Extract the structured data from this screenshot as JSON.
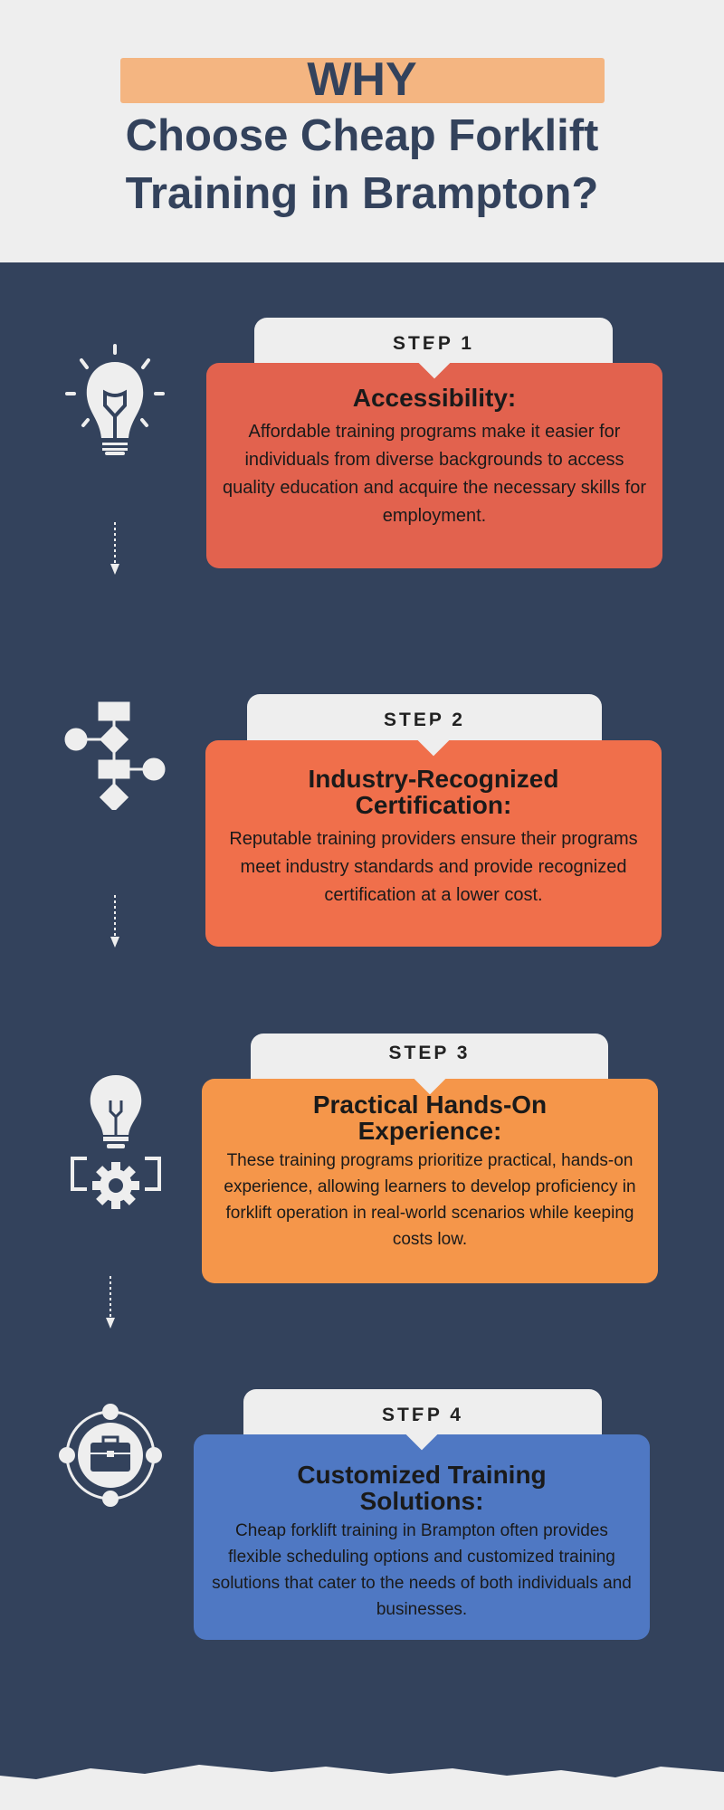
{
  "header": {
    "why": "WHY",
    "title_line1": "Choose Cheap Forklift",
    "title_line2": "Training in Brampton?"
  },
  "colors": {
    "background": "#33425c",
    "step1": "#e2624e",
    "step2": "#f06f4b",
    "step3": "#f5964a",
    "step4": "#4f78c3",
    "highlight": "#f4b581"
  },
  "steps": [
    {
      "label": "STEP 1",
      "title": "Accessibility:",
      "body": "Affordable training programs make it easier for individuals from diverse backgrounds to access quality education and acquire the necessary skills for employment.",
      "icon": "lightbulb-icon"
    },
    {
      "label": "STEP 2",
      "title": "Industry-Recognized Certification:",
      "body": "Reputable training providers ensure their programs meet industry standards and provide recognized certification at a lower cost.",
      "icon": "flowchart-icon"
    },
    {
      "label": "STEP 3",
      "title": "Practical Hands-On Experience:",
      "body": "These training programs prioritize practical, hands-on experience, allowing learners to develop proficiency in forklift operation in real-world scenarios while keeping costs low.",
      "icon": "lightbulb-gear-icon"
    },
    {
      "label": "STEP 4",
      "title": "Customized Training Solutions:",
      "body": "Cheap forklift training in Brampton often provides flexible scheduling options and customized training solutions that cater to the needs of both individuals and businesses.",
      "icon": "briefcase-icon"
    }
  ]
}
